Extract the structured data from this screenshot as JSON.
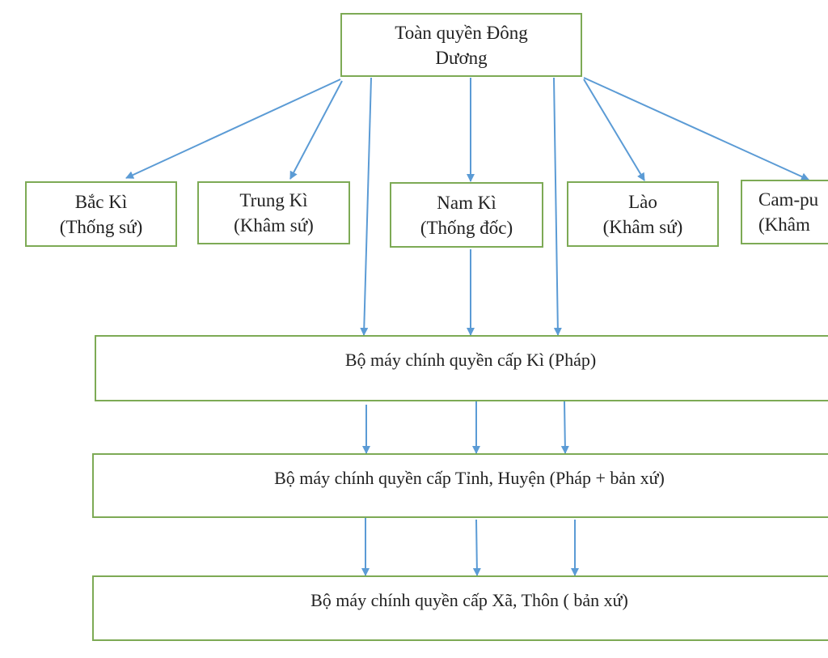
{
  "diagram": {
    "colors": {
      "box_border": "#7daa55",
      "arrow": "#5b9bd5",
      "text": "#222222",
      "background": "#ffffff"
    },
    "top": {
      "line1": "Toàn quyền Đông",
      "line2": "Dương"
    },
    "regions": [
      {
        "line1": "Bắc Kì",
        "line2": "(Thống sứ)"
      },
      {
        "line1": "Trung Kì",
        "line2": "(Khâm sứ)"
      },
      {
        "line1": "Nam Kì",
        "line2": "(Thống đốc)"
      },
      {
        "line1": "Lào",
        "line2": "(Khâm sứ)"
      },
      {
        "line1": "Cam-pu",
        "line2": "(Khâm"
      }
    ],
    "levels": [
      {
        "label": "Bộ máy chính quyền cấp Kì (Pháp)"
      },
      {
        "label": "Bộ máy chính quyền cấp Tỉnh, Huyện (Pháp + bản xứ)"
      },
      {
        "label": "Bộ máy chính quyền cấp Xã, Thôn ( bản xứ)"
      }
    ]
  }
}
